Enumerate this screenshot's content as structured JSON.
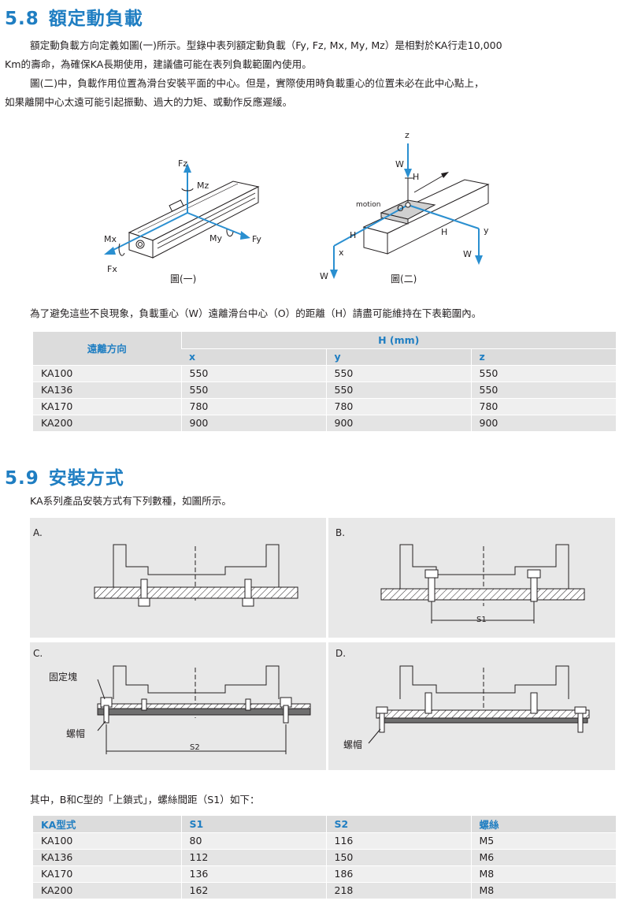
{
  "section58": {
    "number": "5.8",
    "title": "額定動負載",
    "para1_line1": "額定動負載方向定義如圖(一)所示。型錄中表列額定動負載（Fy, Fz, Mx, My, Mz）是相對於KA行走10,000",
    "para1_line2": "Km的壽命，為確保KA長期使用，建議儘可能在表列負載範圍內使用。",
    "para2_line1": "圖(二)中，負載作用位置為滑台安裝平面的中心。但是，實際使用時負載重心的位置未必在此中心點上，",
    "para2_line2": "如果離開中心太遠可能引起振動、過大的力矩、或動作反應遲緩。",
    "fig1": {
      "caption": "圖(一)",
      "fz": "Fz",
      "mz": "Mz",
      "mx": "Mx",
      "fx": "Fx",
      "my": "My",
      "fy": "Fy"
    },
    "fig2": {
      "caption": "圖(二)",
      "z": "z",
      "w_top": "W",
      "h_top": "H",
      "motion": "motion",
      "o": "O",
      "h_left": "H",
      "h_right": "H",
      "x": "x",
      "y": "y",
      "w_left": "W",
      "w_right": "W"
    },
    "table_intro": "為了避免這些不良現象，負載重心（W）遠離滑台中心（O）的距離（H）請盡可能維持在下表範圍內。",
    "table": {
      "col_dir": "遠離方向",
      "col_h": "H (mm)",
      "sub": [
        "x",
        "y",
        "z"
      ],
      "rows": [
        [
          "KA100",
          "550",
          "550",
          "550"
        ],
        [
          "KA136",
          "550",
          "550",
          "550"
        ],
        [
          "KA170",
          "780",
          "780",
          "780"
        ],
        [
          "KA200",
          "900",
          "900",
          "900"
        ]
      ]
    }
  },
  "section59": {
    "number": "5.9",
    "title": "安裝方式",
    "intro": "KA系列產品安裝方式有下列數種，如圖所示。",
    "panels": {
      "a": "A.",
      "b": "B.",
      "c": "C.",
      "d": "D.",
      "s1": "S1",
      "s2": "S2",
      "fixed_block": "固定塊",
      "nut_c": "螺帽",
      "nut_d": "螺帽"
    },
    "table_intro": "其中，B和C型的「上鎖式」，螺絲間距（S1）如下：",
    "table": {
      "headers": [
        "KA型式",
        "S1",
        "S2",
        "螺絲"
      ],
      "rows": [
        [
          "KA100",
          "80",
          "116",
          "M5"
        ],
        [
          "KA136",
          "112",
          "150",
          "M6"
        ],
        [
          "KA170",
          "136",
          "186",
          "M8"
        ],
        [
          "KA200",
          "162",
          "218",
          "M8"
        ]
      ]
    }
  },
  "colors": {
    "accent": "#1f7ec2",
    "table_header": "#dcdcdc",
    "panel": "#e8e8e8",
    "arrow": "#2a8fd0"
  }
}
